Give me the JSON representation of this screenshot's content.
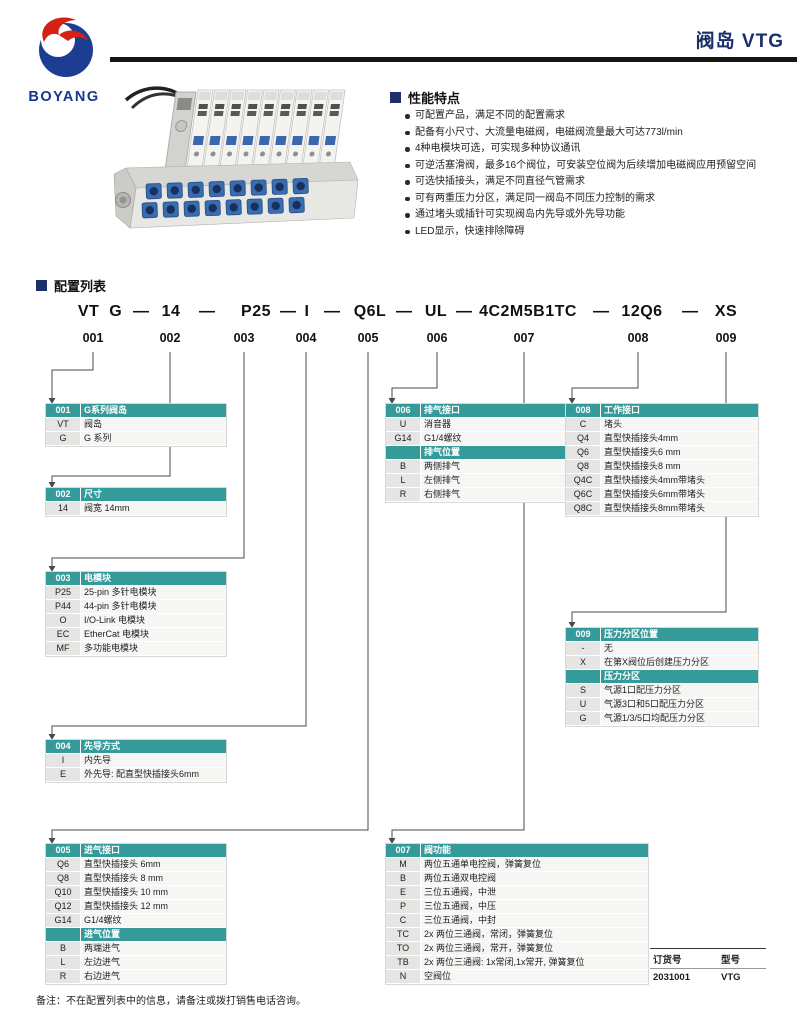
{
  "header": {
    "brand": "BOYANG",
    "title": "阀岛 VTG"
  },
  "features": {
    "title": "性能特点",
    "items": [
      "可配置产品，满足不同的配置需求",
      "配备有小尺寸、大流量电磁阀，电磁阀流量最大可达773l/min",
      "4种电模块可选，可实现多种协议通讯",
      "可逆活塞滑阀，最多16个阀位，可安装空位阀为后续增加电磁阀应用预留空间",
      "可选快插接头，满足不同直径气管需求",
      "可有两重压力分区，满足同一阀岛不同压力控制的需求",
      "通过堵头或插针可实现阀岛内先导或外先导功能",
      "LED显示，快速排除障碍"
    ]
  },
  "config": {
    "title": "配置列表",
    "dash": "—",
    "segments": [
      "VT  G",
      "14",
      "P25",
      "I",
      "Q6L",
      "UL",
      "4C2M5B1TC",
      "12Q6",
      "XS"
    ],
    "numbers": [
      "001",
      "002",
      "003",
      "004",
      "005",
      "006",
      "007",
      "008",
      "009"
    ]
  },
  "tables": {
    "t001": {
      "sections": [
        {
          "code": "001",
          "title": "G系列阀岛",
          "rows": [
            [
              "VT",
              "阀岛"
            ],
            [
              "G",
              "G 系列"
            ]
          ]
        }
      ]
    },
    "t002": {
      "sections": [
        {
          "code": "002",
          "title": "尺寸",
          "rows": [
            [
              "14",
              "阀宽 14mm"
            ]
          ]
        }
      ]
    },
    "t003": {
      "sections": [
        {
          "code": "003",
          "title": "电模块",
          "rows": [
            [
              "P25",
              "25-pin 多针电模块"
            ],
            [
              "P44",
              "44-pin 多针电模块"
            ],
            [
              "O",
              "I/O-Link 电模块"
            ],
            [
              "EC",
              "EtherCat 电模块"
            ],
            [
              "MF",
              "多功能电模块"
            ]
          ]
        }
      ]
    },
    "t004": {
      "sections": [
        {
          "code": "004",
          "title": "先导方式",
          "rows": [
            [
              "I",
              "内先导"
            ],
            [
              "E",
              "外先导: 配直型快插接头6mm"
            ]
          ]
        }
      ]
    },
    "t005": {
      "sections": [
        {
          "code": "005",
          "title": "进气接口",
          "rows": [
            [
              "Q6",
              "直型快插接头 6mm"
            ],
            [
              "Q8",
              "直型快插接头 8 mm"
            ],
            [
              "Q10",
              "直型快插接头 10 mm"
            ],
            [
              "Q12",
              "直型快插接头 12 mm"
            ],
            [
              "G14",
              "G1/4螺纹"
            ]
          ]
        },
        {
          "code": "",
          "title": "进气位置",
          "rows": [
            [
              "B",
              "两端进气"
            ],
            [
              "L",
              "左边进气"
            ],
            [
              "R",
              "右边进气"
            ]
          ]
        }
      ]
    },
    "t006": {
      "sections": [
        {
          "code": "006",
          "title": "排气接口",
          "rows": [
            [
              "U",
              "消音器"
            ],
            [
              "G14",
              "G1/4螺纹"
            ]
          ]
        },
        {
          "code": "",
          "title": "排气位置",
          "rows": [
            [
              "B",
              "两侧排气"
            ],
            [
              "L",
              "左侧排气"
            ],
            [
              "R",
              "右侧排气"
            ]
          ]
        }
      ]
    },
    "t007": {
      "sections": [
        {
          "code": "007",
          "title": "阀功能",
          "rows": [
            [
              "M",
              "两位五通单电控阀，弹簧复位"
            ],
            [
              "B",
              "两位五通双电控阀"
            ],
            [
              "E",
              "三位五通阀，中泄"
            ],
            [
              "P",
              "三位五通阀，中压"
            ],
            [
              "C",
              "三位五通阀，中封"
            ],
            [
              "TC",
              "2x 两位三通阀，常闭，弹簧复位"
            ],
            [
              "TO",
              "2x 两位三通阀，常开，弹簧复位"
            ],
            [
              "TB",
              "2x 两位三通阀: 1x常闭,1x常开, 弹簧复位"
            ],
            [
              "N",
              "空阀位"
            ]
          ]
        }
      ]
    },
    "t008": {
      "sections": [
        {
          "code": "008",
          "title": "工作接口",
          "rows": [
            [
              "C",
              "堵头"
            ],
            [
              "Q4",
              "直型快插接头4mm"
            ],
            [
              "Q6",
              "直型快插接头6 mm"
            ],
            [
              "Q8",
              "直型快插接头8 mm"
            ],
            [
              "Q4C",
              "直型快插接头4mm带堵头"
            ],
            [
              "Q6C",
              "直型快插接头6mm带堵头"
            ],
            [
              "Q8C",
              "直型快插接头8mm带堵头"
            ]
          ]
        }
      ]
    },
    "t009": {
      "sections": [
        {
          "code": "009",
          "title": "压力分区位置",
          "rows": [
            [
              "-",
              "无"
            ],
            [
              "X",
              "在第X阀位后创建压力分区"
            ]
          ]
        },
        {
          "code": "",
          "title": "压力分区",
          "rows": [
            [
              "S",
              "气源1口配压力分区"
            ],
            [
              "U",
              "气源3口和5口配压力分区"
            ],
            [
              "G",
              "气源1/3/5口均配压力分区"
            ]
          ]
        }
      ]
    }
  },
  "footer": {
    "note": "备注：不在配置列表中的信息，请备注或拨打销售电话咨询。",
    "order_label": "订货号",
    "order_value": "2031001",
    "model_label": "型号",
    "model_value": "VTG"
  },
  "colors": {
    "teal": "#359A9A",
    "navy": "#1B2F6B"
  }
}
